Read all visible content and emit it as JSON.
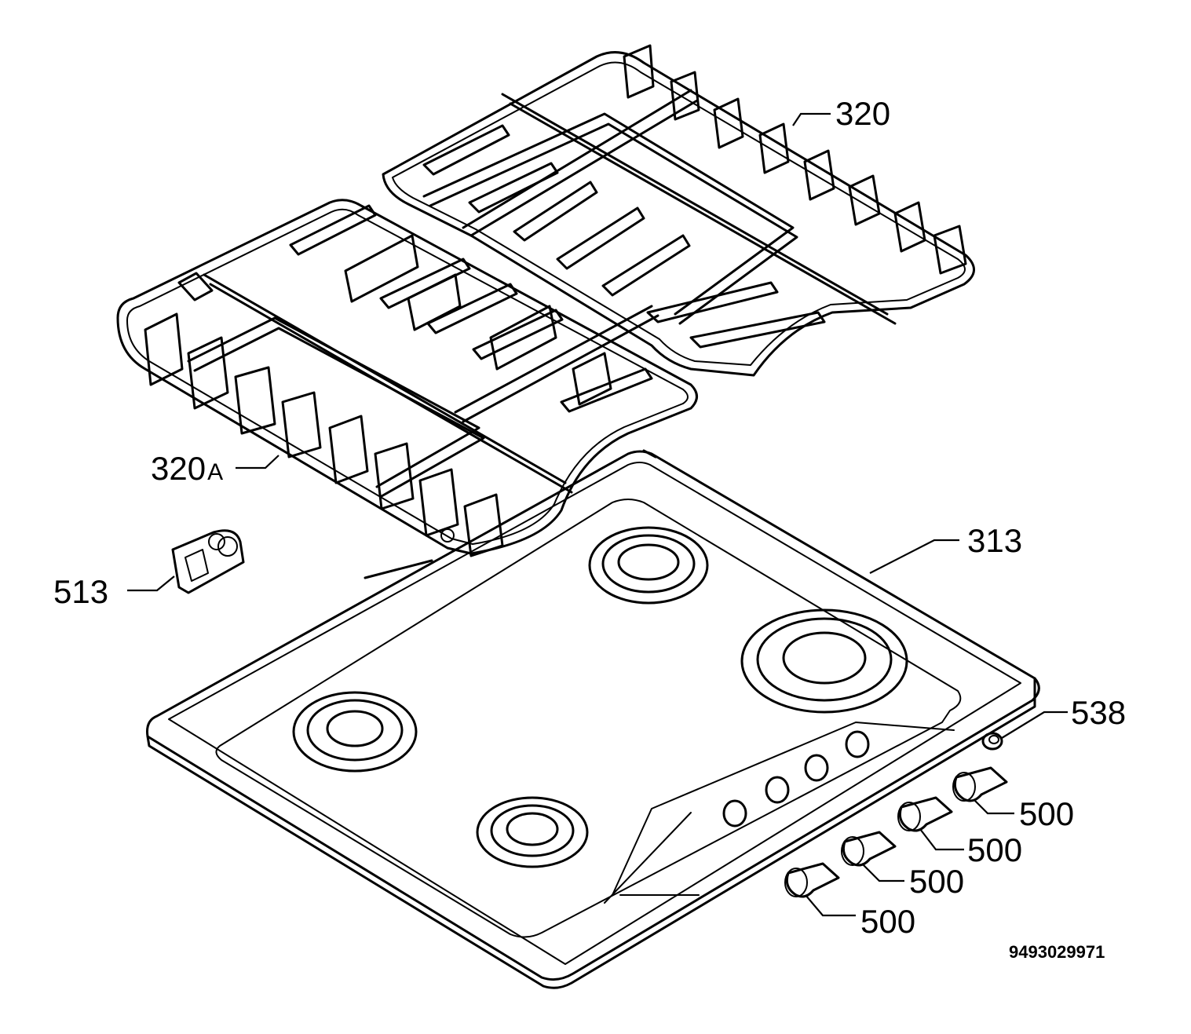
{
  "callouts": {
    "grate_right": "320",
    "grate_left_num": "320",
    "grate_left_suffix": "A",
    "hob_top": "313",
    "clip": "513",
    "button": "538",
    "knob_1": "500",
    "knob_2": "500",
    "knob_3": "500",
    "knob_4": "500"
  },
  "document_number": "9493029971"
}
